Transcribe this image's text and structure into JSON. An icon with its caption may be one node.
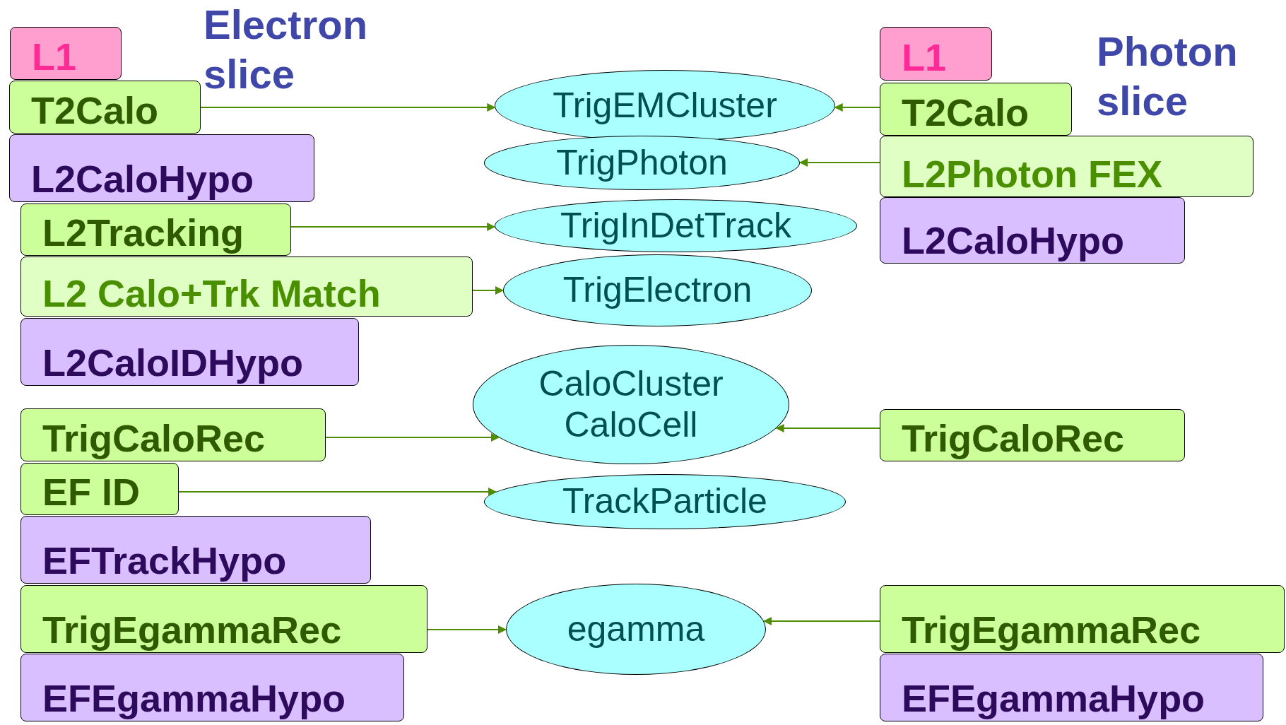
{
  "diagram": {
    "nodes": [
      {
        "text": [
          "L1"
        ]
      },
      {
        "text": [
          "T2Calo"
        ]
      },
      {
        "text": [
          "L2CaloHypo"
        ]
      },
      {
        "text": [
          "L2Tracking"
        ]
      },
      {
        "text": [
          "L2 Calo+Trk Match"
        ]
      },
      {
        "text": [
          "L2CaloIDHypo"
        ]
      },
      {
        "text": [
          "TrigCaloRec"
        ]
      },
      {
        "text": [
          "EF ID"
        ]
      },
      {
        "text": [
          "EFTrackHypo"
        ]
      },
      {
        "text": [
          "TrigEgammaRec"
        ]
      },
      {
        "text": [
          "EFEgammaHypo"
        ]
      },
      {
        "text": [
          "TrigEMCluster"
        ]
      },
      {
        "text": [
          "TrigPhoton"
        ]
      },
      {
        "text": [
          "TrigInDetTrack"
        ]
      },
      {
        "text": [
          "TrigElectron"
        ]
      },
      {
        "text": [
          "CaloCluster",
          "CaloCell"
        ]
      },
      {
        "text": [
          "TrackParticle"
        ]
      },
      {
        "text": [
          "egamma"
        ]
      },
      {
        "text": [
          "L1"
        ]
      },
      {
        "text": [
          "T2Calo"
        ]
      },
      {
        "text": [
          "L2Photon FEX"
        ]
      },
      {
        "text": [
          "L2CaloHypo"
        ]
      },
      {
        "text": [
          "TrigCaloRec"
        ]
      },
      {
        "text": [
          "TrigEgammaRec"
        ]
      },
      {
        "text": [
          "EFEgammaHypo"
        ]
      }
    ],
    "edges": [
      {
        "from": 1,
        "to": 11,
        "arrow": "to"
      },
      {
        "from": 3,
        "to": 13,
        "arrow": "to"
      },
      {
        "from": 4,
        "to": 14,
        "arrow": "to"
      },
      {
        "from": 6,
        "to": 15,
        "arrow": "to"
      },
      {
        "from": 7,
        "to": 16,
        "arrow": "to"
      },
      {
        "from": 9,
        "to": 17,
        "arrow": "to"
      },
      {
        "from": 19,
        "to": 11,
        "arrow": "to"
      },
      {
        "from": 20,
        "to": 12,
        "arrow": "to"
      },
      {
        "from": 22,
        "to": 15,
        "arrow": "to"
      },
      {
        "from": 23,
        "to": 17,
        "arrow": "to"
      }
    ],
    "labels": [
      "Electron slice",
      "Photon slice"
    ]
  }
}
